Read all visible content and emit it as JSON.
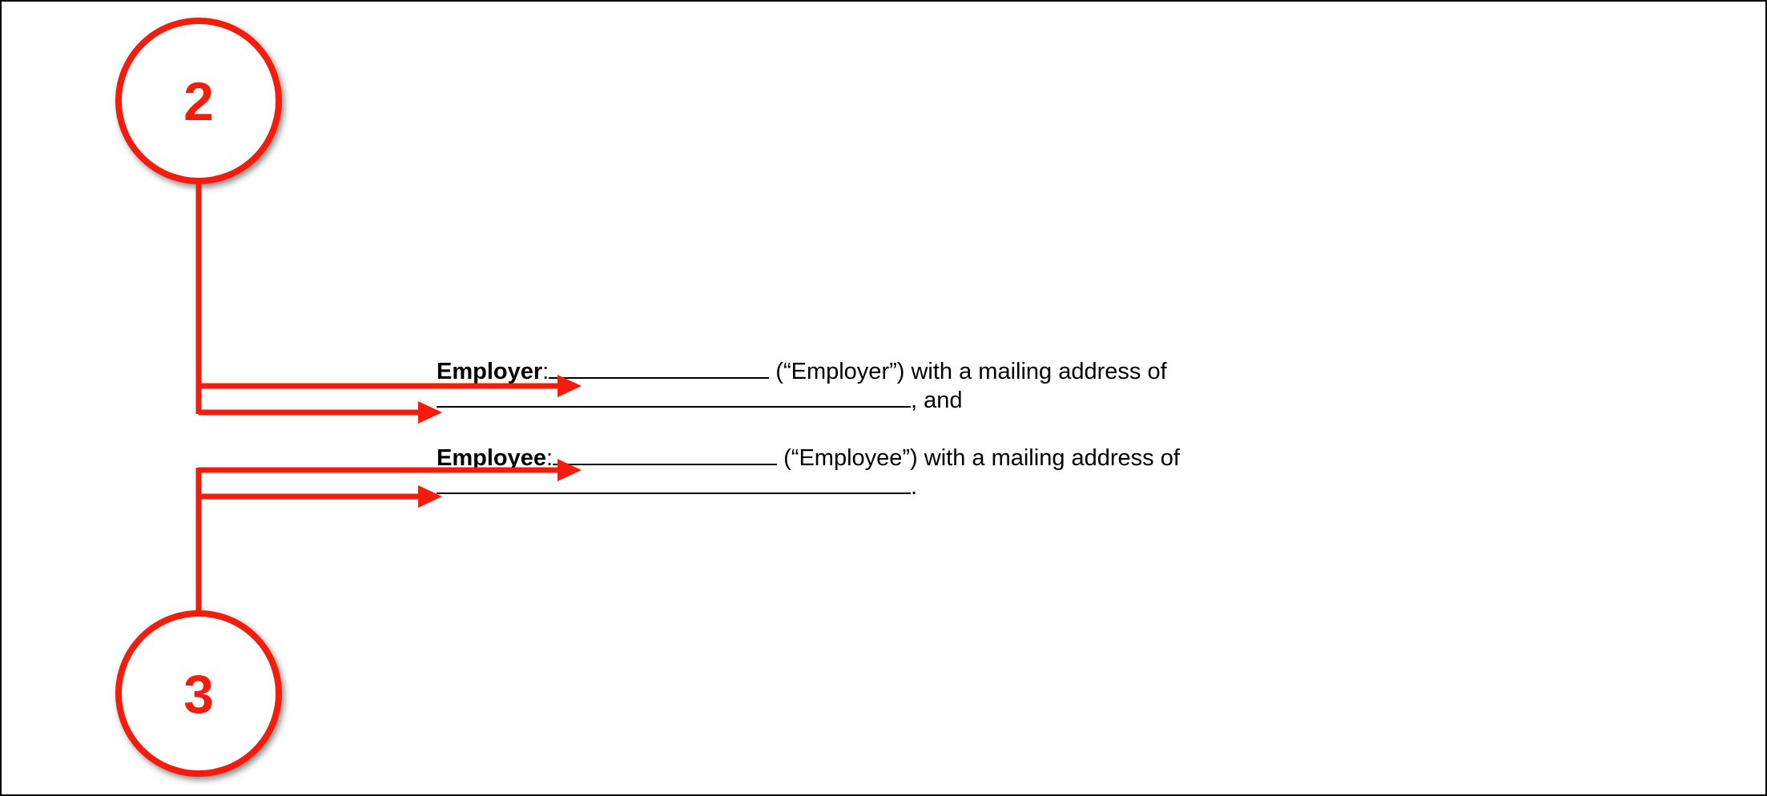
{
  "document": {
    "employer": {
      "label": "Employer",
      "colon": ":",
      "after_blank": "(“Employer”) with a mailing address of",
      "address_suffix": ", and"
    },
    "employee": {
      "label": "Employee",
      "colon": ":",
      "after_blank": "(“Employee”) with a mailing address of",
      "address_suffix": "."
    }
  },
  "callouts": [
    {
      "number": "2",
      "target": "employer"
    },
    {
      "number": "3",
      "target": "employee"
    }
  ],
  "colors": {
    "callout_red": "#f41c0c",
    "text": "#000000",
    "frame": "#000000"
  }
}
